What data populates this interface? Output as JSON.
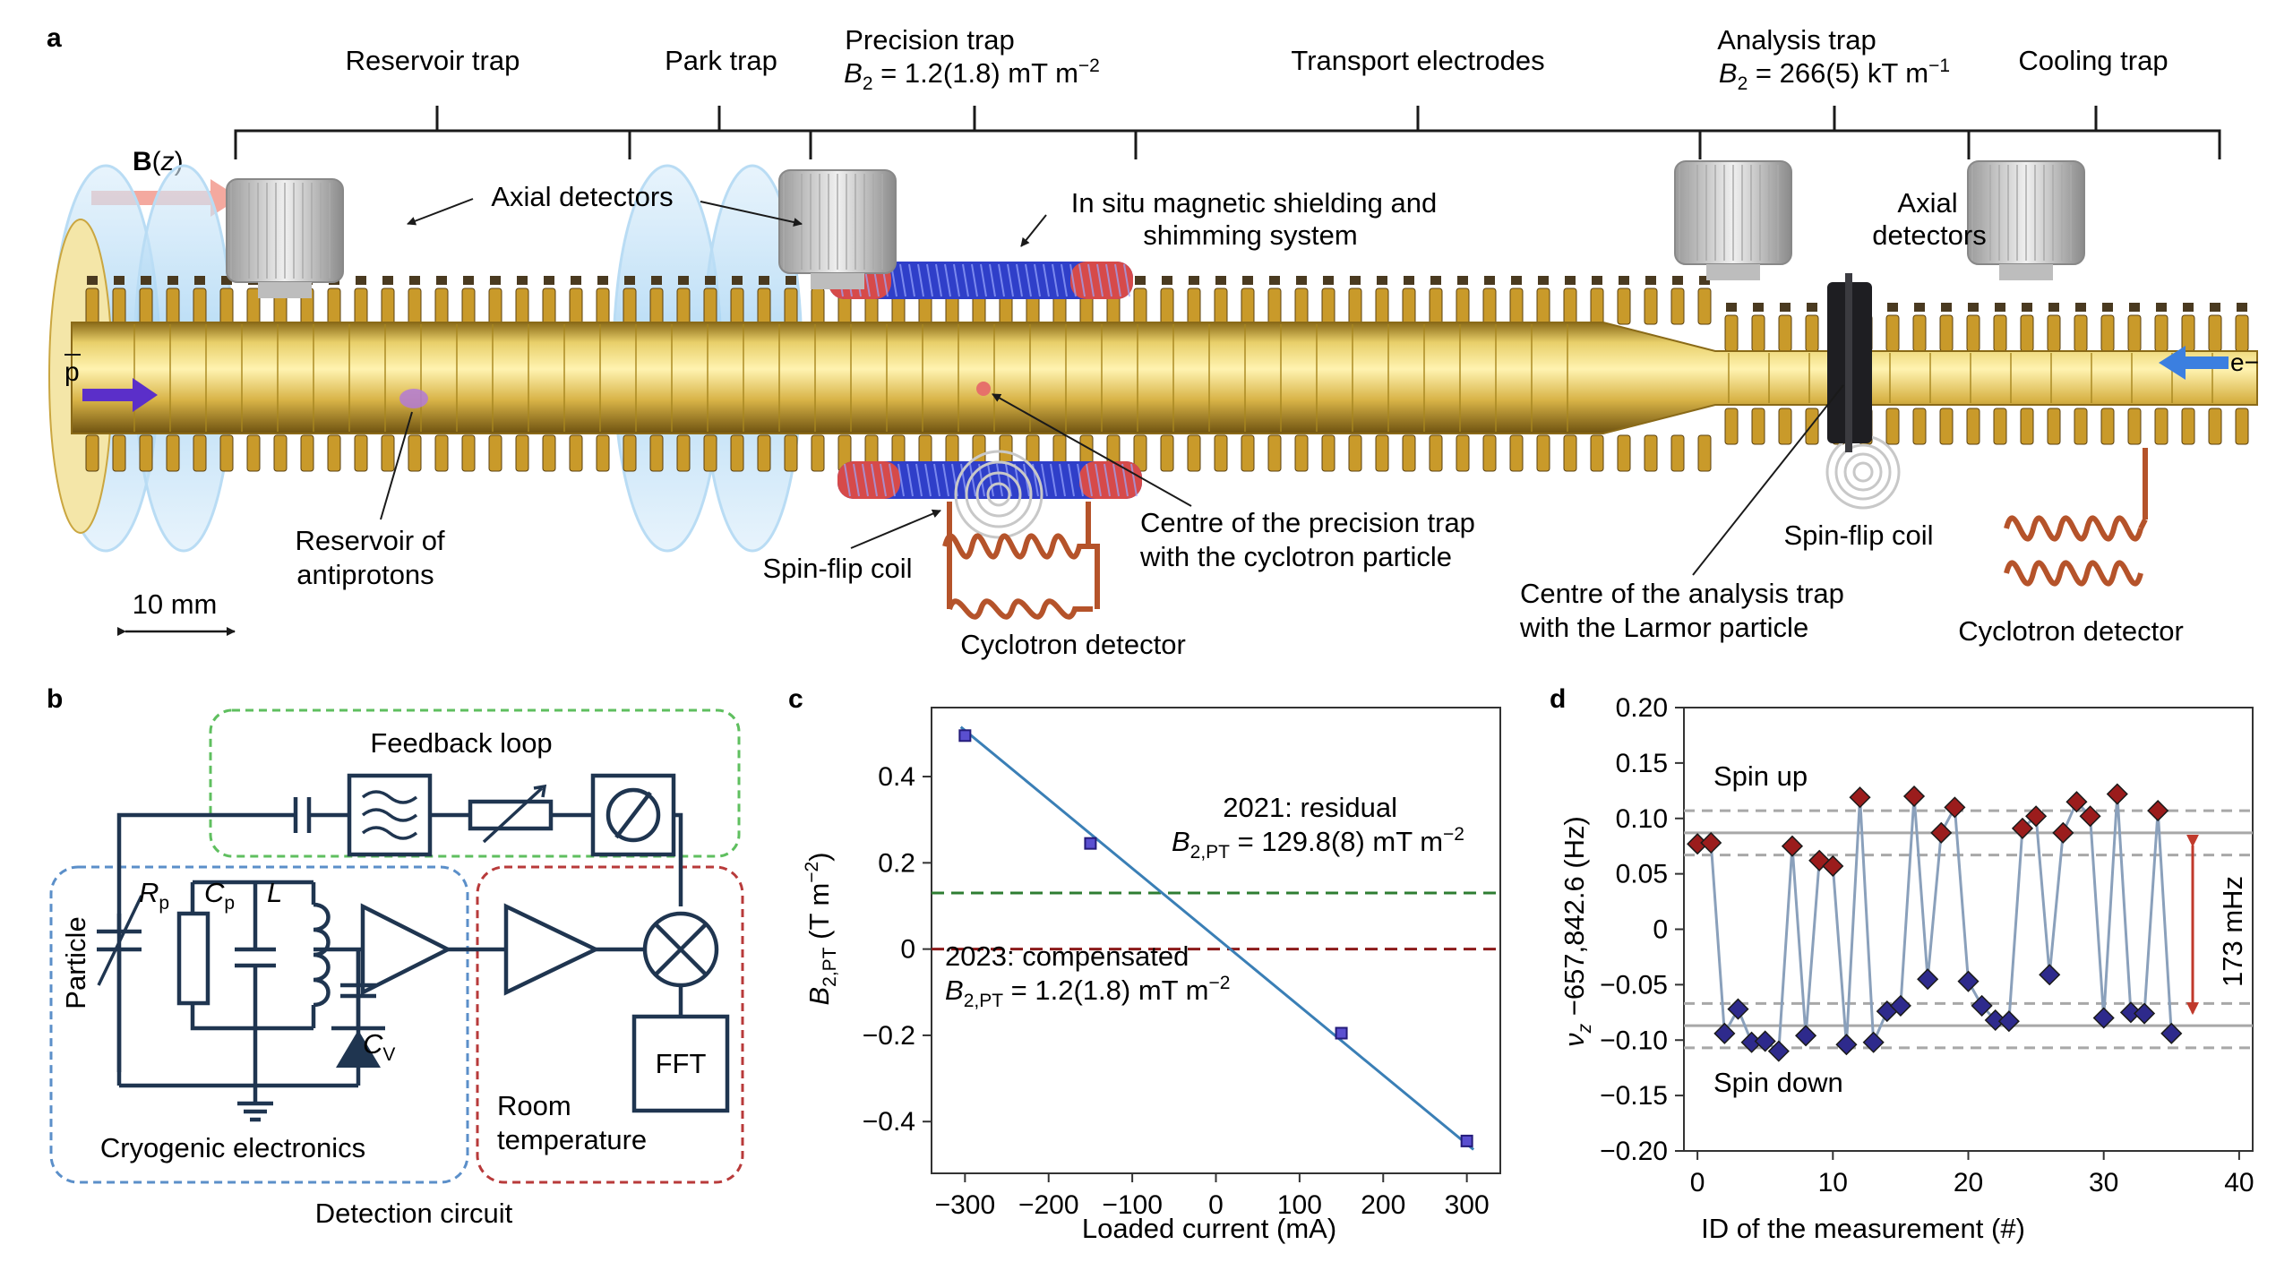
{
  "panel_a": {
    "letter": "a",
    "bfield": "B(z)",
    "scale_bar": "10 mm",
    "sections": [
      {
        "name": "Reservoir trap",
        "b2": ""
      },
      {
        "name": "Park trap",
        "b2": ""
      },
      {
        "name": "Precision trap",
        "b2": "B2 = 1.2(1.8) mT m−2"
      },
      {
        "name": "Transport electrodes",
        "b2": ""
      },
      {
        "name": "Analysis trap",
        "b2": "B2 = 266(5) kT m−1"
      },
      {
        "name": "Cooling trap",
        "b2": ""
      }
    ],
    "labels": {
      "axial_detectors_left": "Axial detectors",
      "shielding_1": "In situ magnetic shielding and",
      "shielding_2": "shimming system",
      "axial_detectors_right_1": "Axial",
      "axial_detectors_right_2": "detectors",
      "reservoir_1": "Reservoir of",
      "reservoir_2": "antiprotons",
      "spin_flip_coil_left": "Spin-flip coil",
      "cyclotron_detector_left": "Cyclotron detector",
      "precision_centre_1": "Centre of the precision trap",
      "precision_centre_2": "with the cyclotron particle",
      "analysis_centre_1": "Centre of the analysis trap",
      "analysis_centre_2": "with the Larmor particle",
      "spin_flip_coil_right": "Spin-flip coil",
      "cyclotron_detector_right": "Cyclotron detector",
      "pbar": "p",
      "electron": "e−"
    }
  },
  "panel_b": {
    "letter": "b",
    "feedback_loop": "Feedback loop",
    "particle": "Particle",
    "rp": "R",
    "rp_sub": "p",
    "cp": "C",
    "cp_sub": "p",
    "l": "L",
    "cv": "C",
    "cv_sub": "V",
    "fft": "FFT",
    "room_1": "Room",
    "room_2": "temperature",
    "cryogenic": "Cryogenic electronics",
    "detection": "Detection circuit"
  },
  "chart_data": [
    {
      "type": "scatter",
      "panel": "c",
      "xlabel": "Loaded current (mA)",
      "ylabel": "B2,PT (T m−2)",
      "xlim": [
        -340,
        340
      ],
      "ylim": [
        -0.52,
        0.56
      ],
      "xticks": [
        -300,
        -200,
        -100,
        0,
        100,
        200,
        300
      ],
      "yticks": [
        -0.4,
        -0.2,
        0,
        0.2,
        0.4
      ],
      "xtick_labels": [
        "−300",
        "−200",
        "−100",
        "0",
        "100",
        "200",
        "300"
      ],
      "ytick_labels": [
        "−0.4",
        "−0.2",
        "0",
        "0.2",
        "0.4"
      ],
      "points": [
        {
          "x": -300,
          "y": 0.495
        },
        {
          "x": -150,
          "y": 0.245
        },
        {
          "x": 150,
          "y": -0.195
        },
        {
          "x": 300,
          "y": -0.445
        }
      ],
      "fit": {
        "x": [
          -305,
          308
        ],
        "y": [
          0.515,
          -0.465
        ]
      },
      "hlines": [
        {
          "y": 0.13,
          "color": "#2e7d32",
          "style": "dashed"
        },
        {
          "y": 0.0,
          "color": "#8b1a1a",
          "style": "dashed"
        }
      ],
      "annotations": {
        "a2021_1": "2021: residual",
        "a2021_2": "B2,PT = 129.8(8) mT m−2",
        "a2023_1": "2023: compensated",
        "a2023_2": "B2,PT = 1.2(1.8) mT m−2"
      }
    },
    {
      "type": "line",
      "panel": "d",
      "xlabel": "ID of the measurement (#)",
      "ylabel": "νz −657,842.6 (Hz)",
      "xlim": [
        -1,
        41
      ],
      "ylim": [
        -0.2,
        0.2
      ],
      "xticks": [
        0,
        10,
        20,
        30,
        40
      ],
      "yticks": [
        -0.2,
        -0.15,
        -0.1,
        -0.05,
        0,
        0.05,
        0.1,
        0.15,
        0.2
      ],
      "xtick_labels": [
        "0",
        "10",
        "20",
        "30",
        "40"
      ],
      "ytick_labels": [
        "−0.20",
        "−0.15",
        "−0.10",
        "−0.05",
        "0",
        "0.05",
        "0.10",
        "0.15",
        "0.20"
      ],
      "series": [
        {
          "x": [
            0,
            1,
            2,
            3,
            4,
            5,
            6,
            7,
            8,
            9,
            10,
            11,
            12,
            13,
            14,
            15,
            16,
            17,
            18,
            19,
            20,
            21,
            22,
            23,
            24,
            25,
            26,
            27,
            28,
            29,
            30,
            31,
            32,
            33,
            34,
            35
          ],
          "y": [
            0.077,
            0.078,
            -0.094,
            -0.072,
            -0.102,
            -0.101,
            -0.11,
            0.075,
            -0.096,
            0.062,
            0.057,
            -0.104,
            0.119,
            -0.102,
            -0.074,
            -0.069,
            0.12,
            -0.045,
            0.087,
            0.11,
            -0.047,
            -0.069,
            -0.082,
            -0.083,
            0.091,
            0.102,
            -0.041,
            0.087,
            0.115,
            0.102,
            -0.08,
            0.122,
            -0.075,
            -0.076,
            0.107,
            -0.094
          ]
        }
      ],
      "hlines_solid": [
        0.087,
        -0.087
      ],
      "hlines_dashed": [
        0.107,
        0.067,
        -0.067,
        -0.107
      ],
      "spin_up": "Spin up",
      "spin_down": "Spin down",
      "arrow_label": "173 mHz",
      "colors": {
        "up": "#9b1c1c",
        "down": "#2e2a8c",
        "line": "#8aa0bb"
      }
    }
  ],
  "colors": {
    "gold": "#d9b84a",
    "blue_coil": "#2f3fc9",
    "red_coil": "#d64a4a",
    "copper": "#b5532a",
    "circuit": "#1f3550",
    "green_box": "#5fbf5f",
    "blue_box": "#5b8fc9",
    "red_box": "#b83a3a",
    "fit_line": "#3a7fb6"
  }
}
